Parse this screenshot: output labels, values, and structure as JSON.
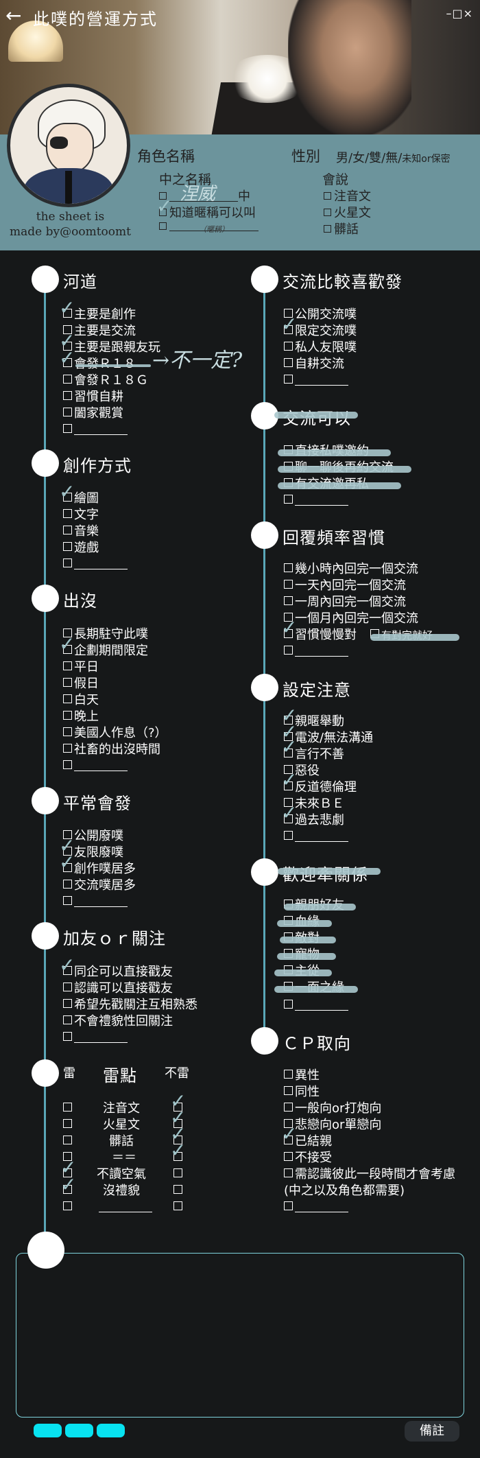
{
  "header": {
    "title": "此噗的營運方式",
    "window_controls": "–□×",
    "credit_line1": "the sheet is",
    "credit_line2": "made by@oomtoomt"
  },
  "profile": {
    "char_name_label": "角色名稱",
    "gender_label": "性別",
    "gender_options": "男/女/雙/無/",
    "gender_extra": "未知or保密",
    "nickname_label": "中之名稱",
    "nick_prefix": "中",
    "nick_know": "知道暱稱可以叫",
    "nick_note": "（暱稱）",
    "nick_handwritten": "涅威",
    "lang_label": "會說",
    "lang_items": [
      "注音文",
      "火星文",
      "髒話"
    ]
  },
  "sections": {
    "heyao": {
      "title": "河道",
      "items": [
        "主要是創作",
        "主要是交流",
        "主要是跟親友玩",
        "會發Ｒ１８",
        "會發Ｒ１８Ｇ",
        "習慣自耕",
        "闔家觀賞"
      ],
      "note": "→不一定?"
    },
    "creation": {
      "title": "創作方式",
      "items": [
        "繪圖",
        "文字",
        "音樂",
        "遊戲"
      ]
    },
    "presence": {
      "title": "出沒",
      "items": [
        "長期駐守此噗",
        "企劃期間限定",
        "平日",
        "假日",
        "白天",
        "晚上",
        "美國人作息（?）",
        "社畜的出沒時間"
      ]
    },
    "usual": {
      "title": "平常會發",
      "items": [
        "公開廢噗",
        "友限廢噗",
        "創作噗居多",
        "交流噗居多"
      ]
    },
    "friend": {
      "title": "加友ｏｒ關注",
      "items": [
        "同企可以直接戳友",
        "認識可以直接戳友",
        "希望先戳關注互相熟悉",
        "不會禮貌性回關注"
      ]
    },
    "mines": {
      "title_left": "雷",
      "title_mid": "雷點",
      "title_right": "不雷",
      "items": [
        "注音文",
        "火星文",
        "髒話",
        "＝＝",
        "不讀空氣",
        "沒禮貌"
      ]
    },
    "exchange": {
      "title": "交流比較喜歡發",
      "items": [
        "公開交流噗",
        "限定交流噗",
        "私人友限噗",
        "自耕交流"
      ]
    },
    "exchange_ok": {
      "title": "交流可以",
      "items": [
        "直接私噗邀約",
        "聊一聊後再約交流",
        "有交流邀再私"
      ]
    },
    "reply": {
      "title": "回覆頻率習慣",
      "items": [
        "幾小時內回完一個交流",
        "一天內回完一個交流",
        "一周內回完一個交流",
        "一個月內回完一個交流",
        "習慣慢慢對",
        "有對完就好"
      ]
    },
    "settings": {
      "title": "設定注意",
      "items": [
        "親暱舉動",
        "電波/無法溝通",
        "言行不善",
        "惡役",
        "反道德倫理",
        "未來ＢＥ",
        "過去悲劇"
      ]
    },
    "relations": {
      "title": "歡迎牽關係",
      "items": [
        "親朋好友",
        "血緣",
        "敵對",
        "寵物",
        "主從",
        "一面之緣"
      ]
    },
    "cp": {
      "title": "ＣＰ取向",
      "items": [
        "異性",
        "同性",
        "一般向or打炮向",
        "悲戀向or單戀向",
        "已結親",
        "不接受",
        "需認識彼此一段時間才會考慮",
        "(中之以及角色都需要)"
      ]
    }
  },
  "footer": {
    "remark_button": "備註"
  },
  "colors": {
    "band": "#6c949c",
    "accent": "#5aa7b8",
    "pill": "#08e3f1",
    "background": "#161819"
  }
}
